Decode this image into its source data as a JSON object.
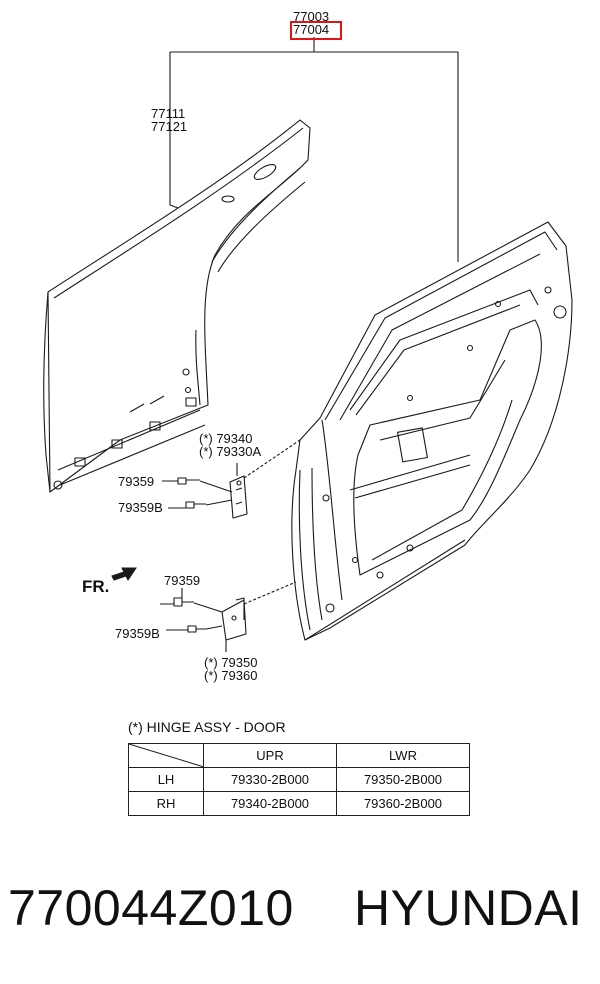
{
  "callouts": {
    "assembly_top": "77003",
    "assembly_highlight": "77004",
    "panel_1": "77111",
    "panel_2": "77121",
    "upper_hinge_1": "(*) 79340",
    "upper_hinge_2": "(*) 79330A",
    "bolt_a_upper": "79359",
    "bolt_b_upper": "79359B",
    "bolt_a_lower": "79359",
    "bolt_b_lower": "79359B",
    "lower_hinge_1": "(*) 79350",
    "lower_hinge_2": "(*) 79360",
    "front_arrow": "FR."
  },
  "highlight_color": "#e01515",
  "hinge_table": {
    "caption": "(*) HINGE ASSY - DOOR",
    "columns": [
      "UPR",
      "LWR"
    ],
    "rows": [
      {
        "side": "LH",
        "upr": "79330-2B000",
        "lwr": "79350-2B000"
      },
      {
        "side": "RH",
        "upr": "79340-2B000",
        "lwr": "79360-2B000"
      }
    ]
  },
  "part_number": "770044Z010",
  "brand": "HYUNDAI"
}
